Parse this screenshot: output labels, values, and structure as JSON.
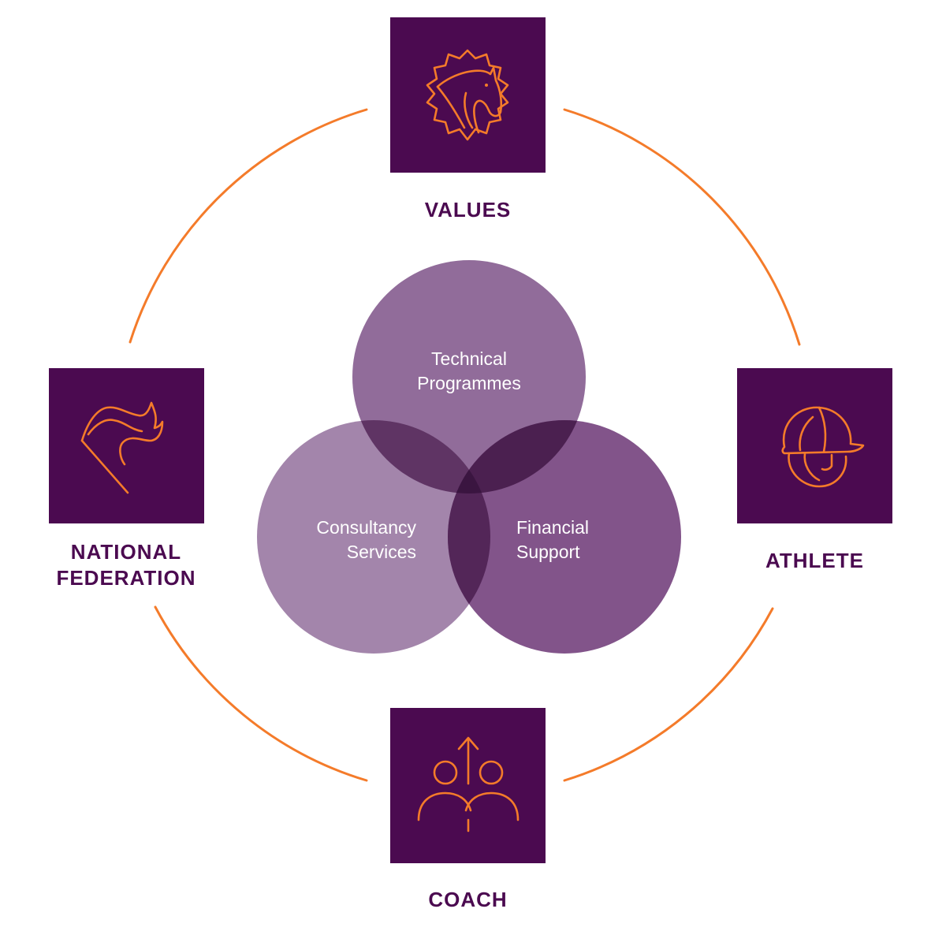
{
  "colors": {
    "tile": "#4b0a50",
    "ring": "#f47b2a",
    "icon": "#f47b2a",
    "label": "#4b0a50",
    "venn_text": "#ffffff",
    "circle_technical": "#916c9a",
    "circle_consultancy": "#a385ab",
    "circle_financial": "#82548a"
  },
  "nodes": {
    "values": {
      "label": "VALUES",
      "icon": "horse-head-badge-icon"
    },
    "athlete": {
      "label": "ATHLETE",
      "icon": "rider-helmet-icon"
    },
    "coach": {
      "label": "COACH",
      "icon": "people-growth-arrow-icon"
    },
    "federation": {
      "line1": "NATIONAL",
      "line2": "FEDERATION",
      "icon": "flag-icon"
    }
  },
  "venn": {
    "technical": {
      "line1": "Technical",
      "line2": "Programmes"
    },
    "consultancy": {
      "line1": "Consultancy",
      "line2": "Services"
    },
    "financial": {
      "line1": "Financial",
      "line2": "Support"
    }
  }
}
